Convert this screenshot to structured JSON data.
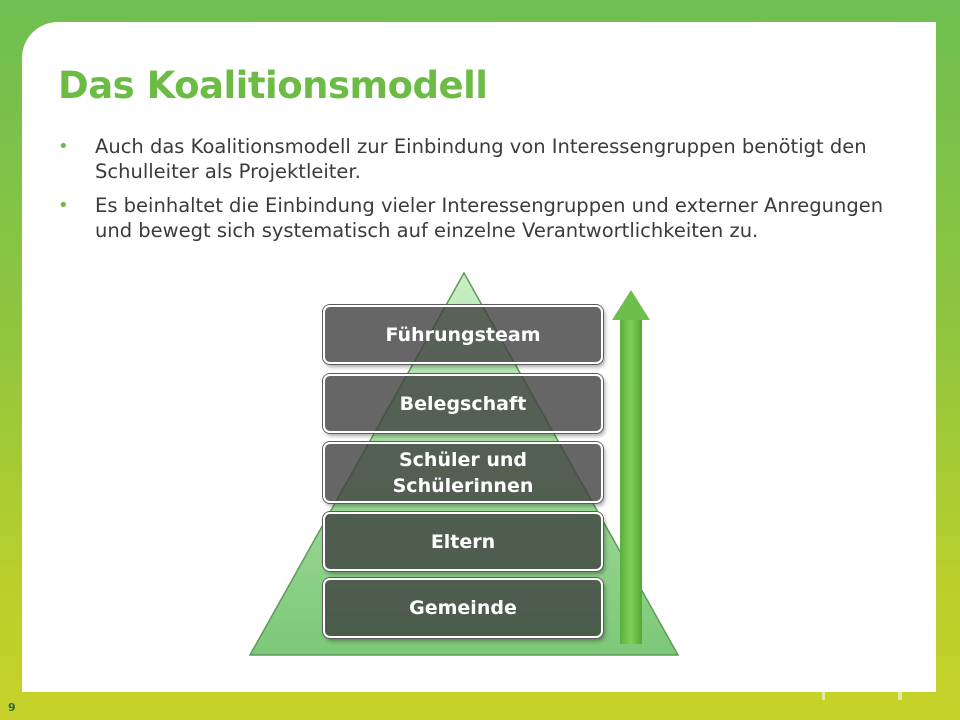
{
  "title": "Das Koalitionsmodell",
  "bullets": [
    "Auch das Koalitionsmodell zur Einbindung von Interessengruppen benötigt den Schulleiter als Projektleiter.",
    "Es beinhaltet die Einbindung vieler Interessengruppen und externer Anregungen und bewegt sich systematisch auf einzelne Verantwortlichkeiten zu."
  ],
  "diagram": {
    "layers": [
      "Führungsteam",
      "Belegschaft",
      "Schüler und Schülerinnen",
      "Eltern",
      "Gemeinde"
    ],
    "icons": {
      "arrow": "arrow-up-icon",
      "decoration": "tree-icon"
    },
    "colors": {
      "pyramid_fill": "#8fd38a",
      "layer_fill": "#3e403e",
      "arrow": "#6cbf4a",
      "title": "#6cbb45"
    }
  },
  "page_number": "9"
}
